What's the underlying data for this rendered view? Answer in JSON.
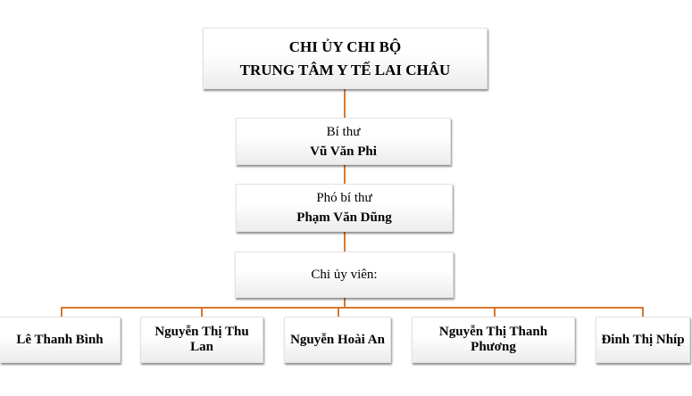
{
  "org_chart": {
    "root": {
      "line1": "CHI ỦY CHI BỘ",
      "line2": "TRUNG TÂM Y TẾ LAI CHÂU"
    },
    "secretary": {
      "role": "Bí thư",
      "name": "Vũ Văn Phi"
    },
    "deputy_secretary": {
      "role": "Phó bí thư",
      "name": "Phạm Văn Dũng"
    },
    "committee": {
      "role": "Chi ủy viên:"
    },
    "members": [
      {
        "name": "Lê Thanh Bình"
      },
      {
        "name": "Nguyễn Thị Thu Lan"
      },
      {
        "name": "Nguyễn Hoài An"
      },
      {
        "name": "Nguyễn Thị Thanh Phương"
      },
      {
        "name": "Đinh Thị Nhíp"
      }
    ],
    "colors": {
      "connector": "#D9782E",
      "box_fill_top": "#FFFFFF",
      "box_fill_bottom": "#ECECEC"
    }
  }
}
